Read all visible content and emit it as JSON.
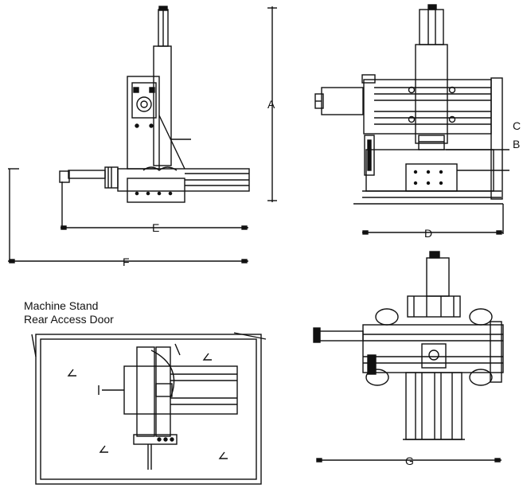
{
  "dimension_labels": {
    "a": "A",
    "b": "B",
    "c": "C",
    "d": "D",
    "e": "E",
    "f": "F",
    "g": "G"
  },
  "callouts": {
    "stand_line1": "Machine Stand",
    "stand_line2": "Rear Access Door"
  }
}
